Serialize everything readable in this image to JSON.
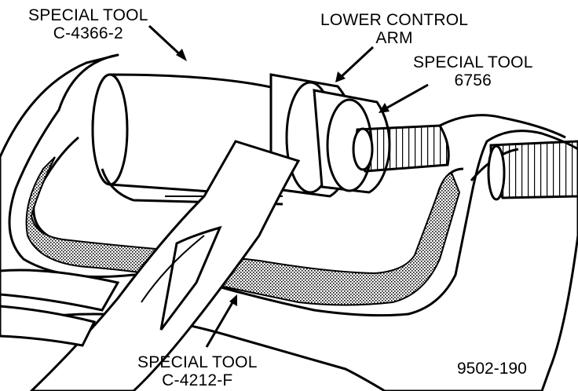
{
  "labels": {
    "tool_c4366": {
      "line1": "SPECIAL TOOL",
      "line2": "C-4366-2"
    },
    "lower_control_arm": {
      "line1": "LOWER CONTROL",
      "line2": "ARM"
    },
    "tool_6756": {
      "line1": "SPECIAL TOOL",
      "line2": "6756"
    },
    "tool_c4212": {
      "line1": "SPECIAL TOOL",
      "line2": "C-4212-F"
    }
  },
  "figure_number": "9502-190",
  "colors": {
    "ink": "#000000",
    "paper": "#ffffff",
    "stipple": "#8a8a8a"
  }
}
